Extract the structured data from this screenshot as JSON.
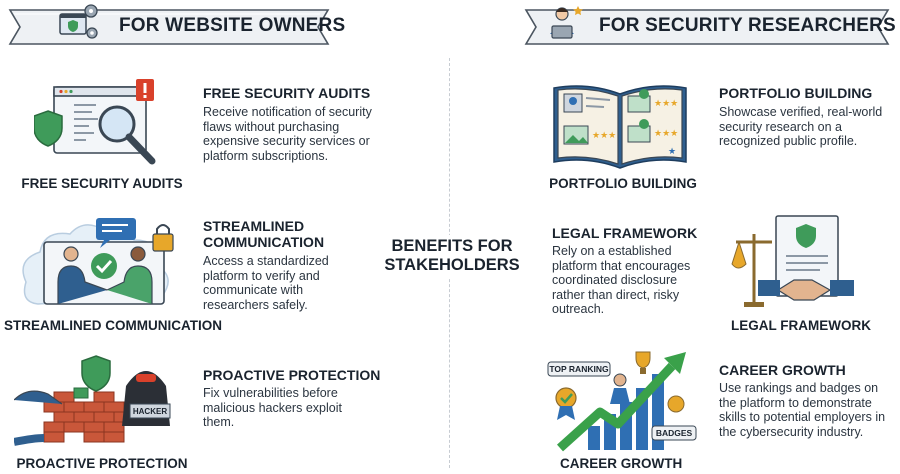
{
  "left_banner": {
    "title": "FOR WEBSITE OWNERS",
    "icon": "gear-screen-shield-icon"
  },
  "right_banner": {
    "title": "FOR SECURITY RESEARCHERS",
    "icon": "researcher-laptop-icon"
  },
  "center": {
    "title_line1": "BENEFITS FOR",
    "title_line2": "STAKEHOLDERS"
  },
  "owners": [
    {
      "title": "FREE SECURITY AUDITS",
      "desc": "Receive notification of security flaws without purchasing expensive security services or platform subscriptions.",
      "caption": "FREE SECURITY AUDITS",
      "icon": "magnifier-code-icon"
    },
    {
      "title": "STREAMLINED COMMUNICATION",
      "desc": "Access a standardized platform to verify and communicate with researchers safely.",
      "caption": "STREAMLINED COMMUNICATION",
      "icon": "handshake-icon"
    },
    {
      "title": "PROACTIVE PROTECTION",
      "desc": "Fix vulnerabilities before malicious hackers exploit them.",
      "caption": "PROACTIVE PROTECTION",
      "icon": "firewall-hacker-icon",
      "hacker_label": "HACKER"
    }
  ],
  "researchers": [
    {
      "title": "PORTFOLIO BUILDING",
      "desc": "Showcase verified, real-world security research on a recognized public profile.",
      "caption": "PORTFOLIO BUILDING",
      "icon": "portfolio-book-icon"
    },
    {
      "title": "LEGAL FRAMEWORK",
      "desc": "Rely on a established platform that encourages coordinated disclosure rather than direct, risky outreach.",
      "caption": "LEGAL FRAMEWORK",
      "icon": "scales-handshake-icon"
    },
    {
      "title": "CAREER GROWTH",
      "desc": "Use rankings and badges on the platform to demonstrate skills to potential employers in the cybersecurity industry.",
      "caption": "CAREER GROWTH",
      "icon": "growth-chart-icon",
      "top_ranking_label": "TOP RANKING",
      "badges_label": "BADGES"
    }
  ],
  "colors": {
    "ribbon_fill": "#eef1f4",
    "ribbon_stroke": "#4b5560",
    "shield_green": "#3f9b5a",
    "accent_blue": "#2f6fb3",
    "alert_red": "#d9412b",
    "brick": "#c9573a",
    "gold": "#e7a72a"
  }
}
